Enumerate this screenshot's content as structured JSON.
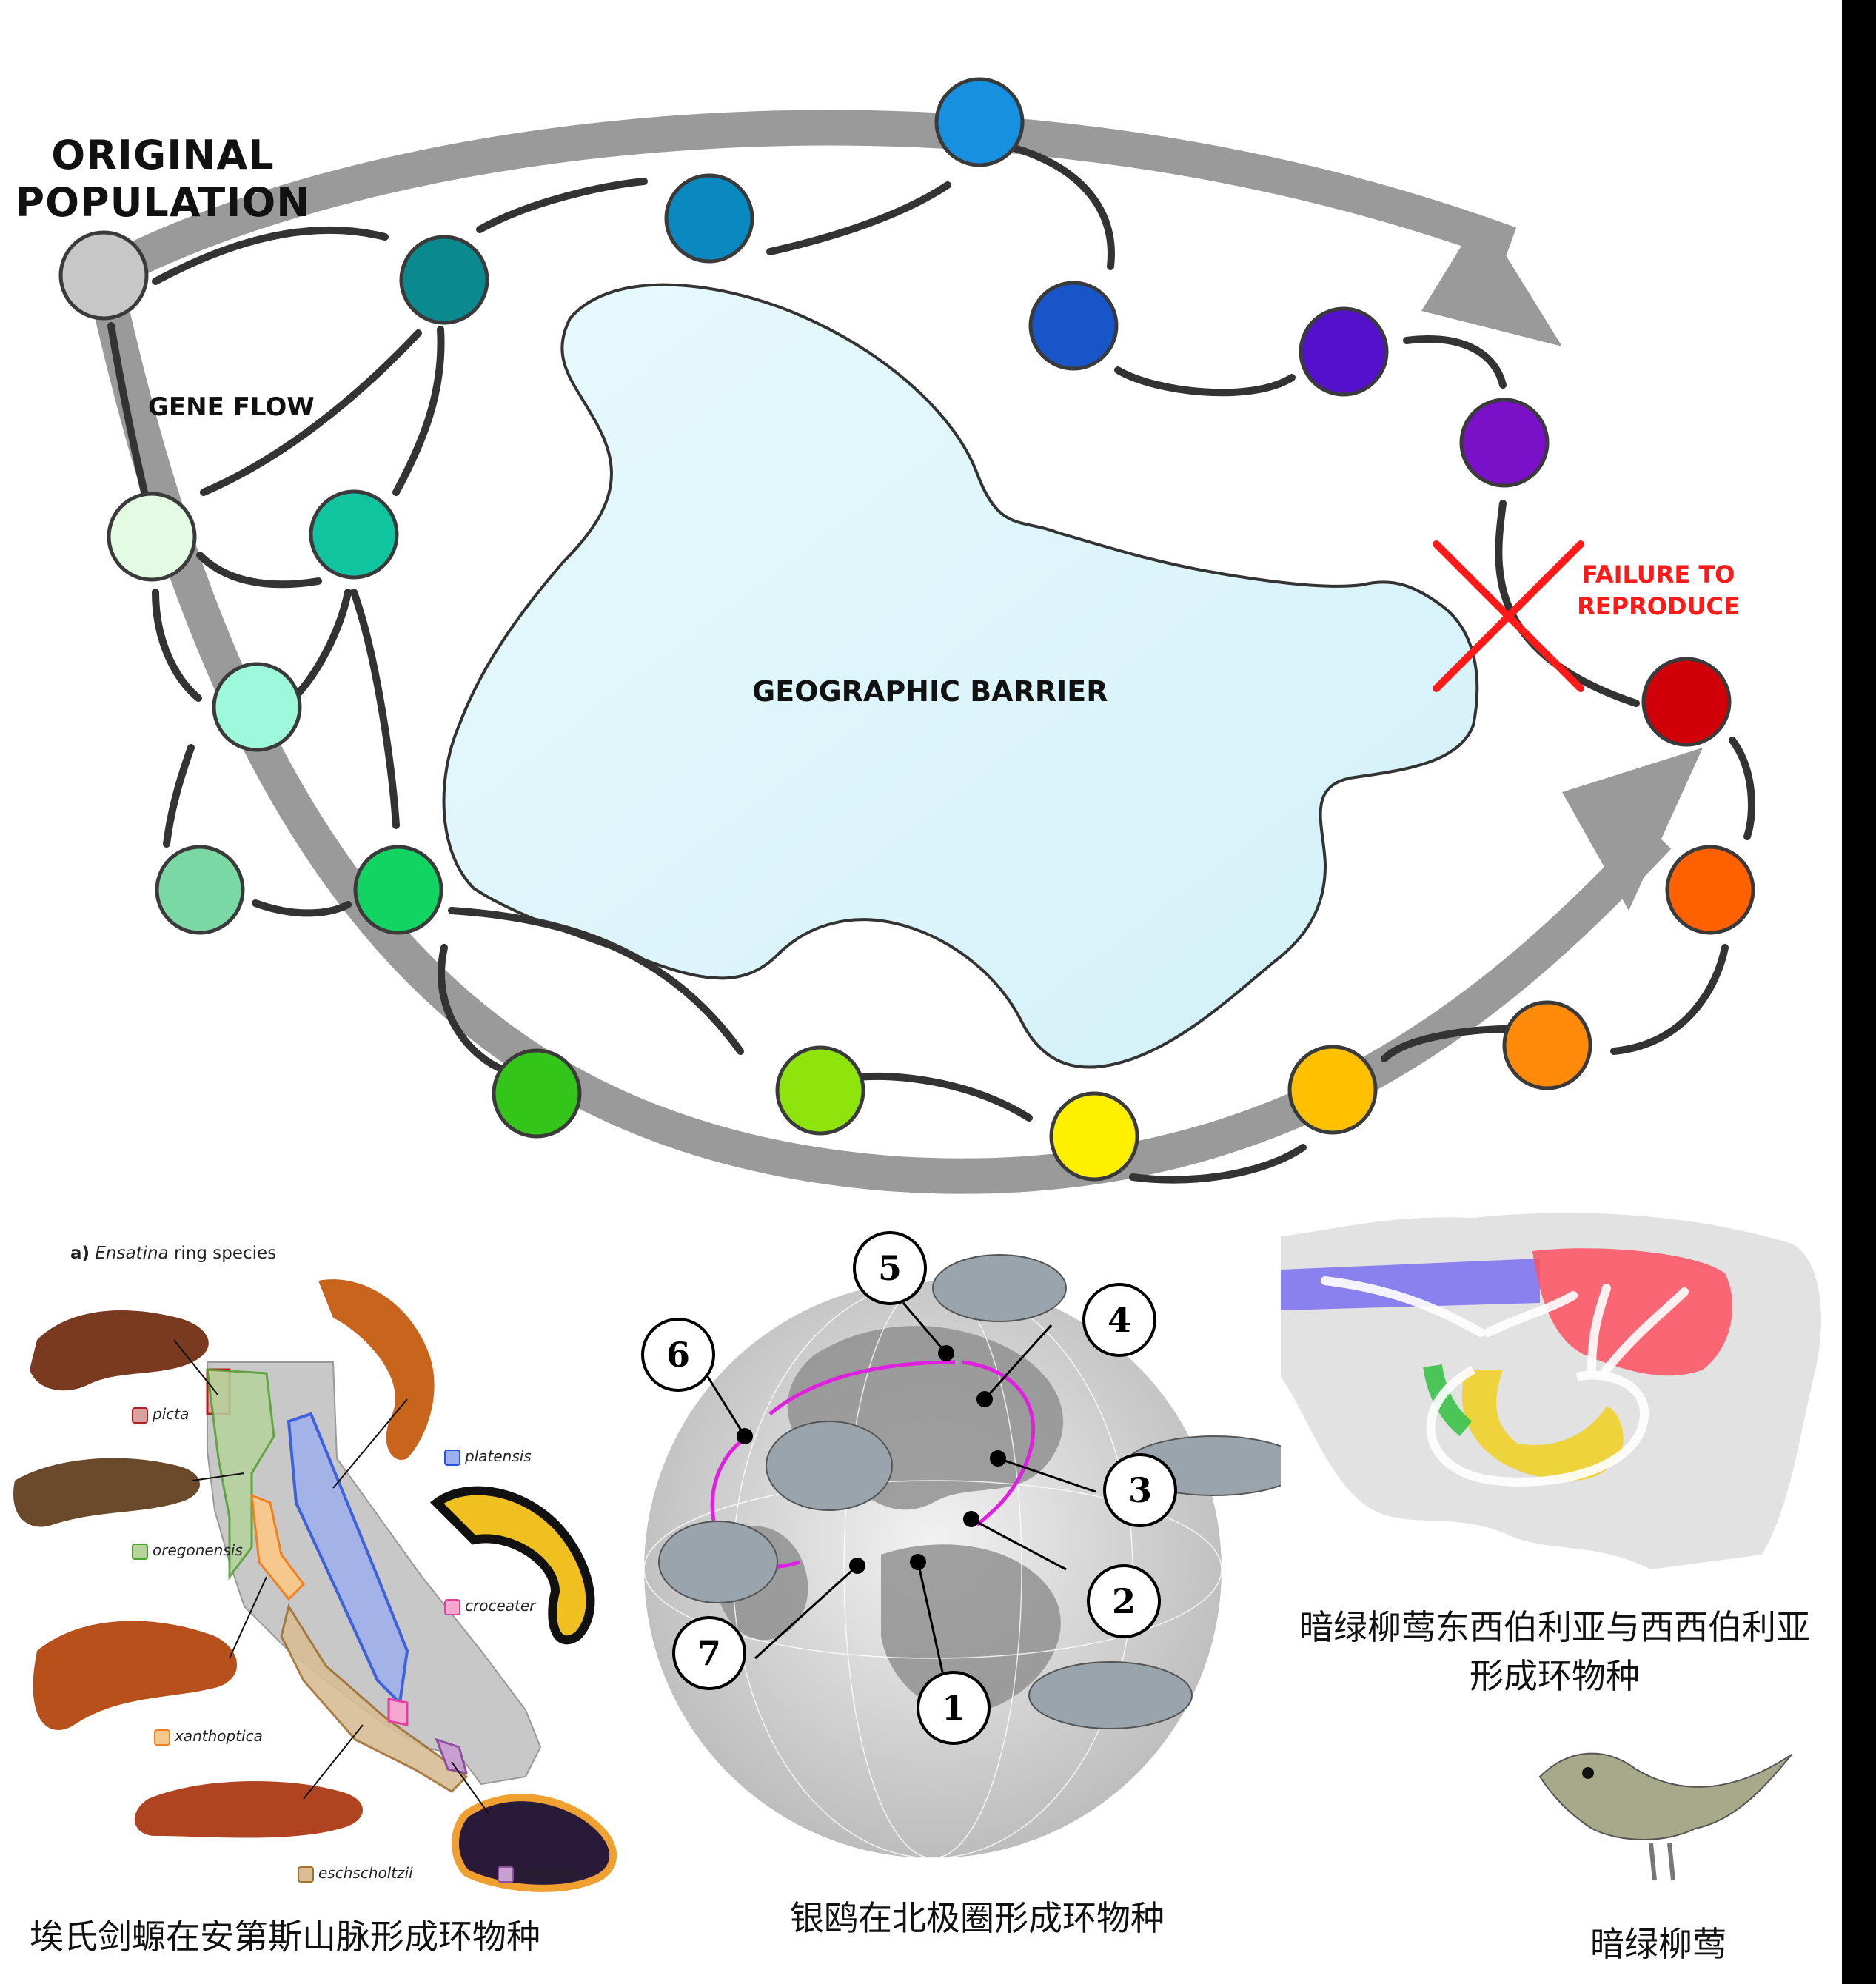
{
  "labels": {
    "original_population_line1": "ORIGINAL",
    "original_population_line2": "POPULATION",
    "gene_flow": "GENE FLOW",
    "geographic_barrier": "GEOGRAPHIC BARRIER",
    "failure_line1": "FAILURE TO",
    "failure_line2": "REPRODUCE"
  },
  "populations": [
    {
      "color": "#c7c7c7"
    },
    {
      "color": "#e3fbe3"
    },
    {
      "color": "#10c4a0"
    },
    {
      "color": "#9df8dc"
    },
    {
      "color": "#7ad8a4"
    },
    {
      "color": "#12d462"
    },
    {
      "color": "#34c51a"
    },
    {
      "color": "#8ee40c"
    },
    {
      "color": "#fff000"
    },
    {
      "color": "#ffc000"
    },
    {
      "color": "#ff8a0a"
    },
    {
      "color": "#ff6000"
    },
    {
      "color": "#d10008"
    },
    {
      "color": "#7a10c8"
    },
    {
      "color": "#5510cc"
    },
    {
      "color": "#1855c8"
    },
    {
      "color": "#1890e0"
    },
    {
      "color": "#0a88c0"
    },
    {
      "color": "#0a8a8e"
    }
  ],
  "ensatina": {
    "title_prefix": "a)",
    "title_italic": "Ensatina",
    "title_suffix": "ring species",
    "species": [
      {
        "name": "picta",
        "color": "#b02020"
      },
      {
        "name": "platensis",
        "color": "#2850e0"
      },
      {
        "name": "oregonensis",
        "color": "#50a030"
      },
      {
        "name": "croceater",
        "color": "#e040a0"
      },
      {
        "name": "xanthoptica",
        "color": "#f08020"
      },
      {
        "name": "eschscholtzii",
        "color": "#a07030"
      },
      {
        "name": "klauberi",
        "color": "#9050a0"
      }
    ],
    "caption": "埃氏剑螈在安第斯山脉形成环物种"
  },
  "gull": {
    "numbers": [
      "1",
      "2",
      "3",
      "4",
      "5",
      "6",
      "7"
    ],
    "caption": "银鸥在北极圈形成环物种"
  },
  "warbler": {
    "map_caption_line1": "暗绿柳莺东西伯利亚与西西伯利亚",
    "map_caption_line2": "形成环物种",
    "bird_caption": "暗绿柳莺"
  },
  "colors": {
    "arrow": "#9a9a9a",
    "barrier_fill": "#dff6fb",
    "failure": "#ff1a1a",
    "gull_ring": "#e020e0"
  }
}
